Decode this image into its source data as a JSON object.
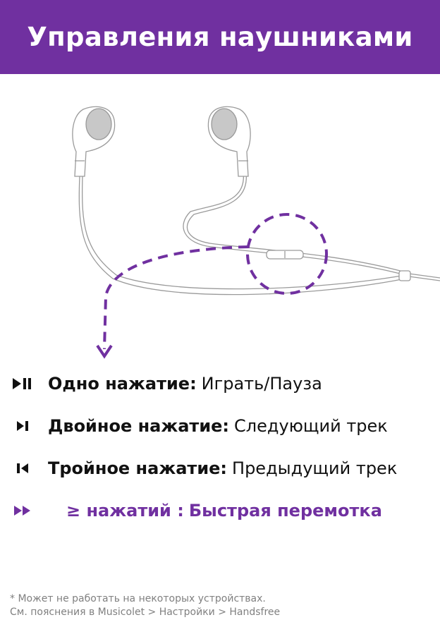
{
  "header": {
    "title": "Управления наушниками"
  },
  "colors": {
    "accent": "#7030a0",
    "text": "#111111",
    "footnote": "#808080"
  },
  "controls": [
    {
      "icon": "play-pause-icon",
      "action": "Одно нажатие:",
      "result": "Играть/Пауза"
    },
    {
      "icon": "next-track-icon",
      "action": "Двойное нажатие:",
      "result": "Следующий трек"
    },
    {
      "icon": "previous-track-icon",
      "action": "Тройное нажатие:",
      "result": "Предыдущий трек"
    },
    {
      "icon": "fast-forward-icon",
      "action": "≥ нажатий :",
      "result": "Быстрая перемотка"
    }
  ],
  "footnote": {
    "line1": "* Может не работать на некоторых устройствах.",
    "line2": "См. пояснения в Musicolet > Настройки > Handsfree"
  }
}
